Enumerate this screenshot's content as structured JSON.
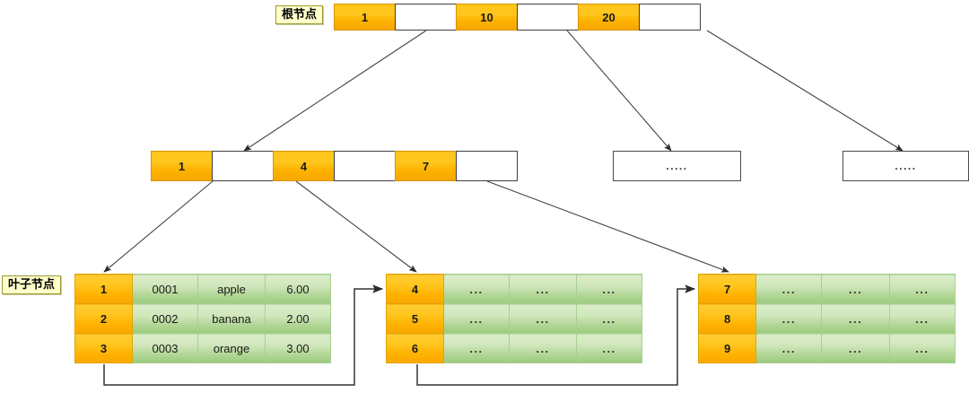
{
  "diagram": {
    "title": "B+ Tree Index Structure",
    "colors": {
      "key_orange": "#ffb400",
      "value_green": "#aed492",
      "tag_yellow": "#ffffcc",
      "tag_border": "#9a9a33",
      "line": "#333333",
      "background": "#ffffff"
    },
    "labels": {
      "root": "根节点",
      "leaf": "叶子节点"
    },
    "root_node": {
      "name": "root-node",
      "cells": [
        {
          "type": "key",
          "text": "1"
        },
        {
          "type": "pointer",
          "text": ""
        },
        {
          "type": "key",
          "text": "10"
        },
        {
          "type": "pointer",
          "text": ""
        },
        {
          "type": "key",
          "text": "20"
        },
        {
          "type": "pointer",
          "text": ""
        }
      ]
    },
    "internal_nodes": [
      {
        "name": "internal-node-1",
        "cells": [
          {
            "type": "key",
            "text": "1"
          },
          {
            "type": "pointer",
            "text": ""
          },
          {
            "type": "key",
            "text": "4"
          },
          {
            "type": "pointer",
            "text": ""
          },
          {
            "type": "key",
            "text": "7"
          },
          {
            "type": "pointer",
            "text": ""
          }
        ]
      },
      {
        "name": "internal-node-2",
        "cells": [
          {
            "type": "ellipsis",
            "text": "....."
          }
        ]
      },
      {
        "name": "internal-node-3",
        "cells": [
          {
            "type": "ellipsis",
            "text": "....."
          }
        ]
      }
    ],
    "leaf_nodes": [
      {
        "name": "leaf-node-1",
        "rows": [
          {
            "key": "1",
            "values": [
              "0001",
              "apple",
              "6.00"
            ]
          },
          {
            "key": "2",
            "values": [
              "0002",
              "banana",
              "2.00"
            ]
          },
          {
            "key": "3",
            "values": [
              "0003",
              "orange",
              "3.00"
            ]
          }
        ]
      },
      {
        "name": "leaf-node-2",
        "rows": [
          {
            "key": "4",
            "values": [
              "...",
              "...",
              "..."
            ]
          },
          {
            "key": "5",
            "values": [
              "...",
              "...",
              "..."
            ]
          },
          {
            "key": "6",
            "values": [
              "...",
              "...",
              "..."
            ]
          }
        ]
      },
      {
        "name": "leaf-node-3",
        "rows": [
          {
            "key": "7",
            "values": [
              "...",
              "...",
              "..."
            ]
          },
          {
            "key": "8",
            "values": [
              "...",
              "...",
              "..."
            ]
          },
          {
            "key": "9",
            "values": [
              "...",
              "...",
              "..."
            ]
          }
        ]
      }
    ]
  }
}
